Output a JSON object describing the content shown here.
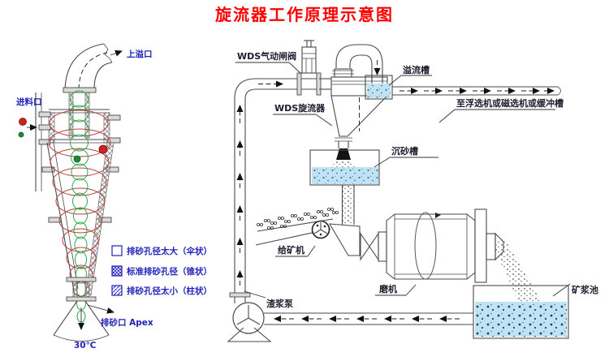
{
  "title": "旋流器工作原理示意图",
  "colors": {
    "title_red": "#FF0000",
    "label_blue": "#2222BB",
    "label_dark": "#1C1C2E",
    "line": "#4A4A4A",
    "water_blue": "#BFE2F4",
    "vortex_red": "#B5403F",
    "vortex_green": "#2FA849"
  },
  "left_diagram": {
    "labels": {
      "overflow_port": "上溢口",
      "feed_port": "进料口",
      "apex_port": "排砂口 Apex",
      "cone_angle": "30℃"
    },
    "legend": [
      {
        "swatch": "empty-square",
        "label": "排砂孔径太大（伞状）"
      },
      {
        "swatch": "crosshatch-square",
        "label": "标准排砂孔径（锥状）"
      },
      {
        "swatch": "diagonal-square",
        "label": "排砂孔径太小（柱状）"
      }
    ]
  },
  "right_diagram": {
    "labels": {
      "valve": "WDS气动闸阀",
      "cyclone": "WDS旋流器",
      "overflow_tank": "溢流槽",
      "destination": "至浮选机或磁选机或缓冲槽",
      "sand_tank": "沉砂槽",
      "feeder": "给矿机",
      "mill": "磨机",
      "slurry_pump": "渣浆泵",
      "slurry_pool": "矿浆池"
    }
  }
}
